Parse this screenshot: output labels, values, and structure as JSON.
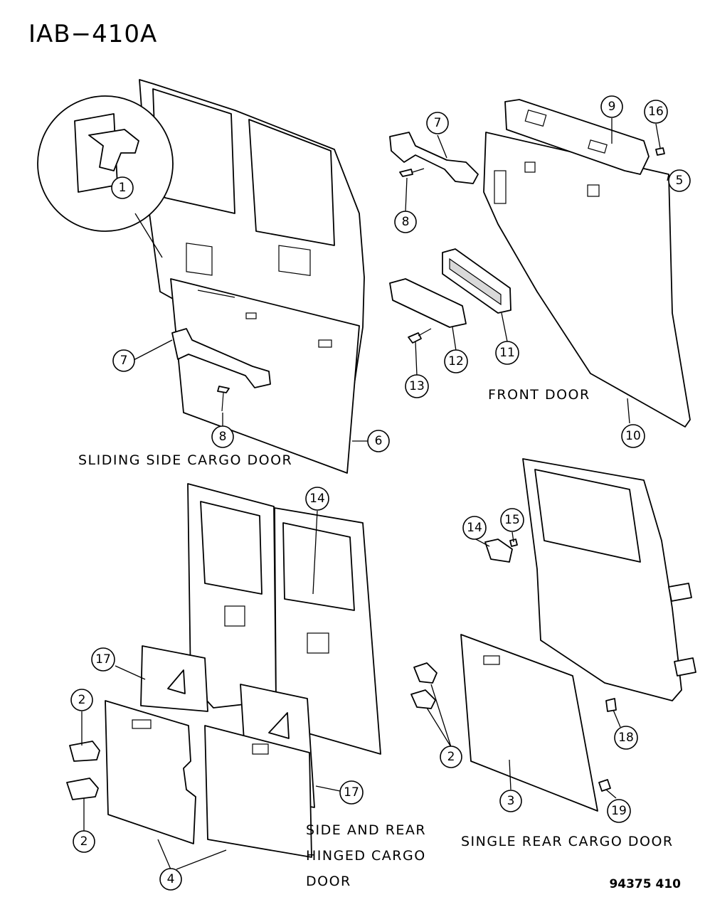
{
  "title": "IAB−410A",
  "sections": {
    "sliding_side": "SLIDING SIDE CARGO DOOR",
    "front": "FRONT DOOR",
    "hinged_line1": "SIDE AND REAR",
    "hinged_line2": "HINGED CARGO",
    "hinged_line3": "DOOR",
    "single_rear": "SINGLE REAR CARGO DOOR"
  },
  "diagram_code": "94375 410",
  "callouts": {
    "c1": "1",
    "c7a": "7",
    "c8a": "8",
    "c6": "6",
    "c7b": "7",
    "c9": "9",
    "c16": "16",
    "c5": "5",
    "c8b": "8",
    "c11": "11",
    "c12": "12",
    "c13": "13",
    "c10": "10",
    "c14a": "14",
    "c17a": "17",
    "c17b": "17",
    "c2a": "2",
    "c2b": "2",
    "c4": "4",
    "c14b": "14",
    "c15": "15",
    "c2c": "2",
    "c18": "18",
    "c3": "3",
    "c19": "19"
  }
}
